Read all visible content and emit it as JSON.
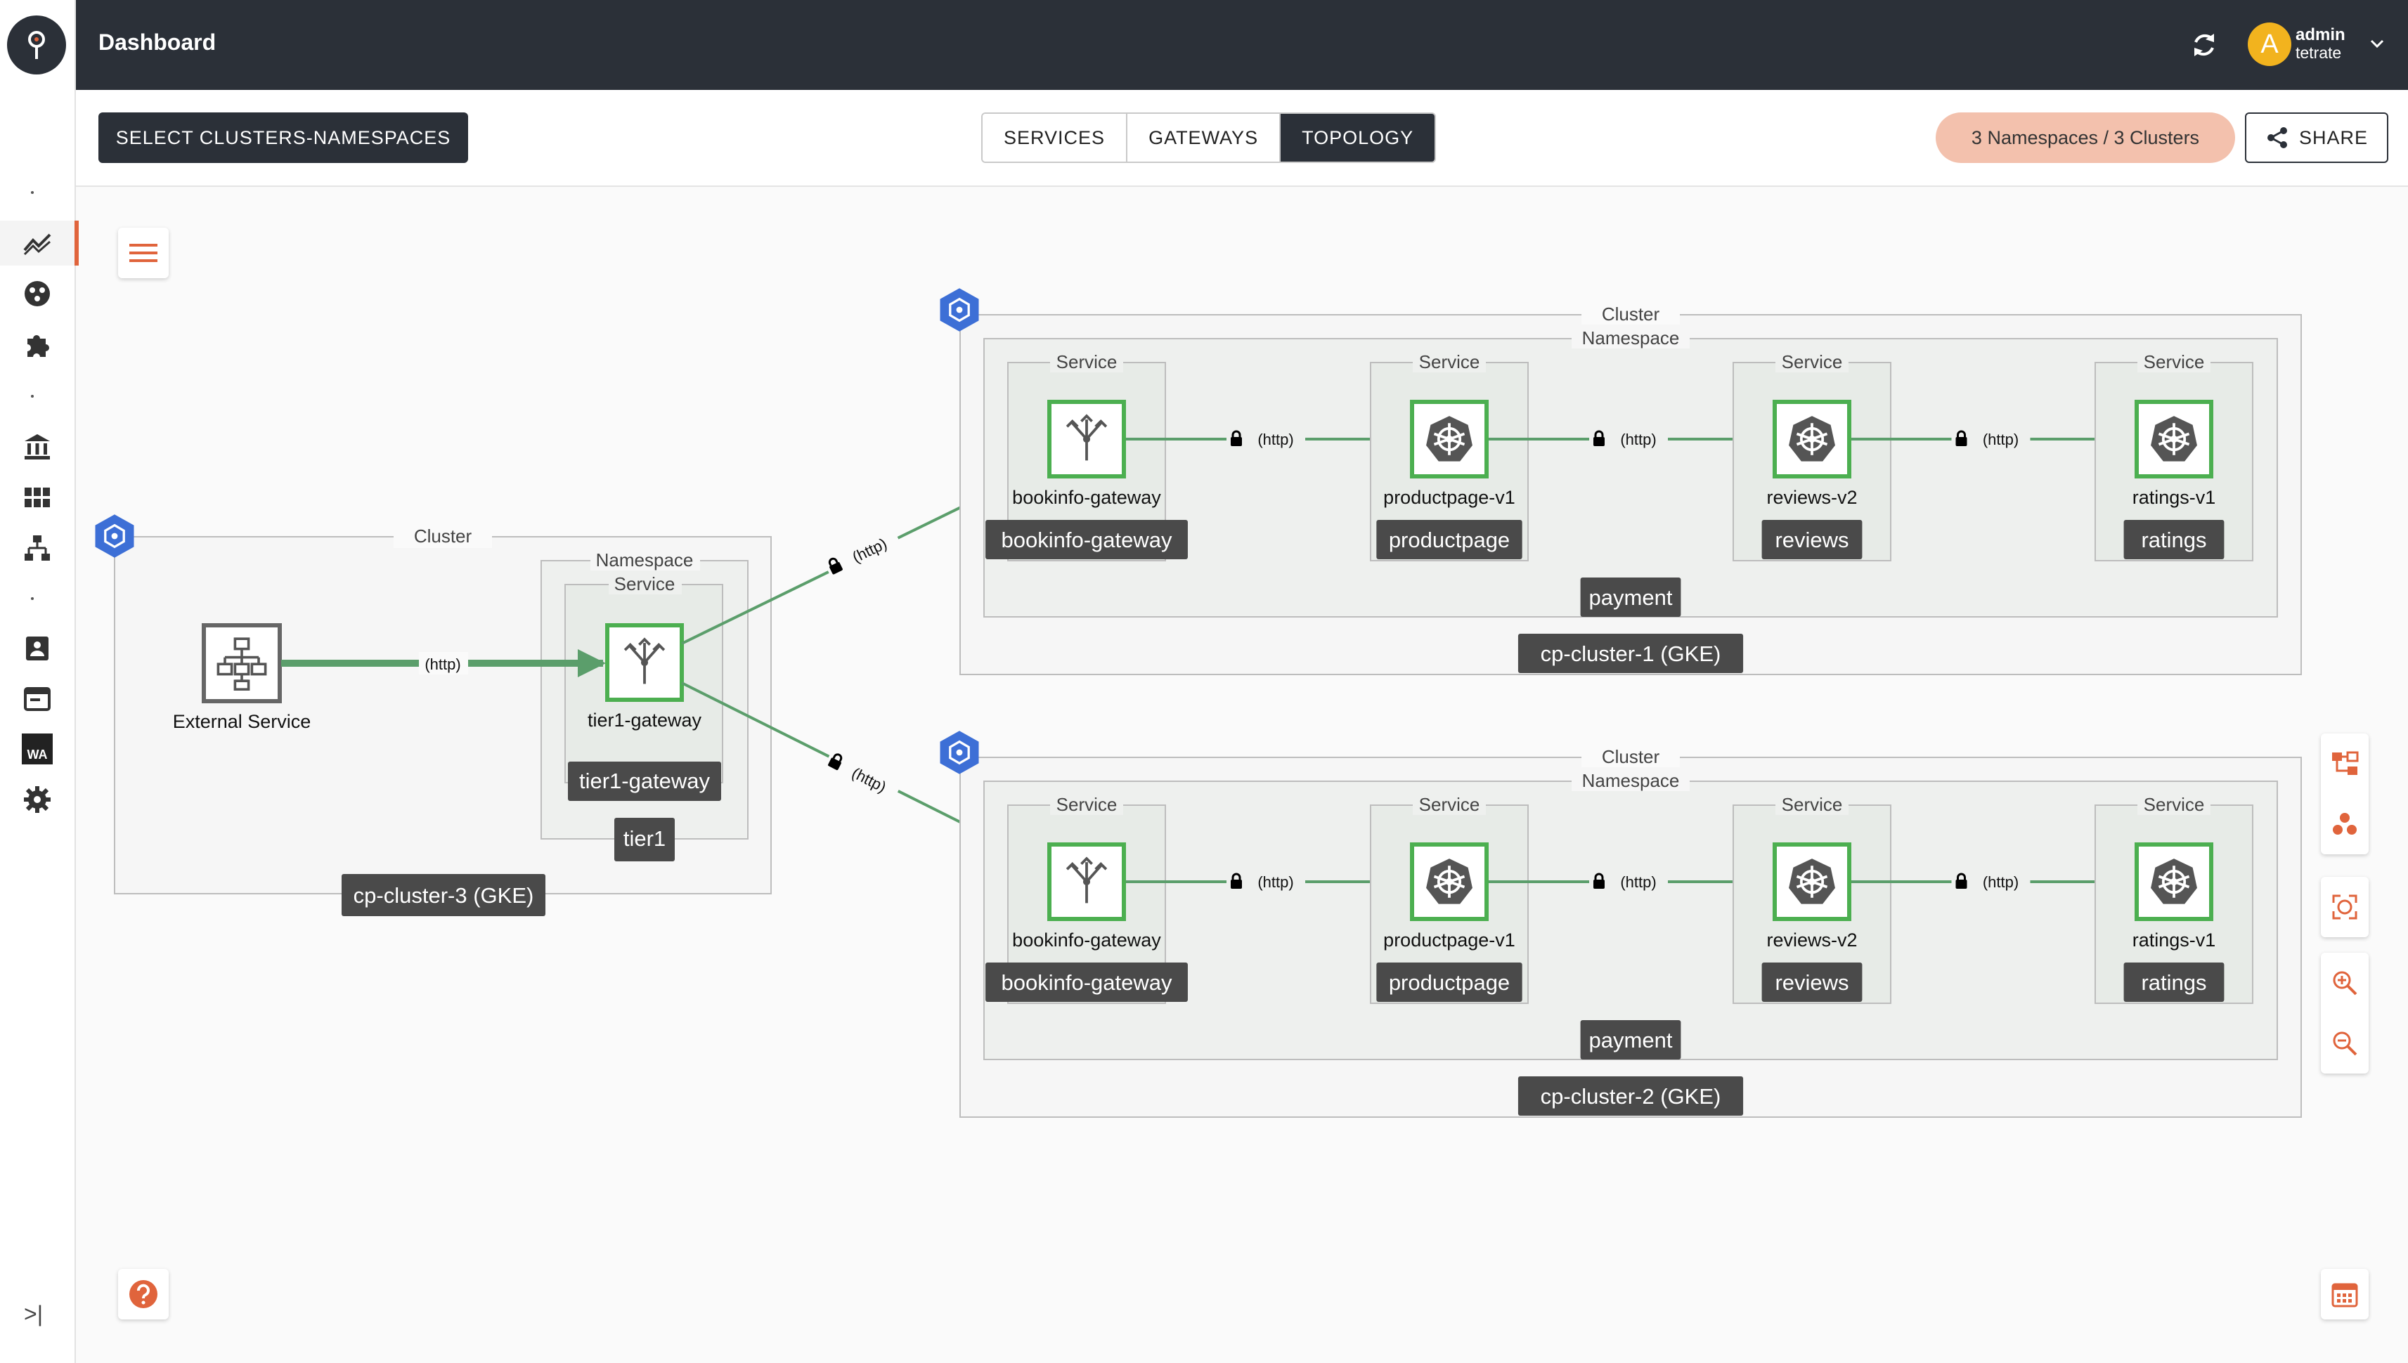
{
  "header": {
    "title": "Dashboard",
    "user": {
      "initial": "A",
      "name": "admin",
      "org": "tetrate"
    }
  },
  "toolbar": {
    "select_label": "SELECT CLUSTERS-NAMESPACES",
    "tabs": [
      "SERVICES",
      "GATEWAYS",
      "TOPOLOGY"
    ],
    "active_tab": "TOPOLOGY",
    "namespaces_badge": "3 Namespaces / 3 Clusters",
    "share_label": "SHARE"
  },
  "sidebar": {
    "collapse_glyph": ">|",
    "wa_label": "WA"
  },
  "topology": {
    "labels": {
      "cluster": "Cluster",
      "namespace": "Namespace",
      "service": "Service",
      "protocol": "(http)"
    },
    "external": {
      "name": "External Service"
    },
    "cluster3": {
      "name": "cp-cluster-3 (GKE)",
      "namespace": "tier1",
      "node": "tier1-gateway",
      "service": "tier1-gateway"
    },
    "cluster1": {
      "name": "cp-cluster-1 (GKE)",
      "namespace": "payment",
      "nodes": [
        {
          "node": "bookinfo-gateway",
          "service": "bookinfo-gateway"
        },
        {
          "node": "productpage-v1",
          "service": "productpage"
        },
        {
          "node": "reviews-v2",
          "service": "reviews"
        },
        {
          "node": "ratings-v1",
          "service": "ratings"
        }
      ]
    },
    "cluster2": {
      "name": "cp-cluster-2 (GKE)",
      "namespace": "payment",
      "nodes": [
        {
          "node": "bookinfo-gateway",
          "service": "bookinfo-gateway"
        },
        {
          "node": "productpage-v1",
          "service": "productpage"
        },
        {
          "node": "reviews-v2",
          "service": "reviews"
        },
        {
          "node": "ratings-v1",
          "service": "ratings"
        }
      ]
    }
  },
  "colors": {
    "header_bg": "#2b3038",
    "accent": "#e0643c",
    "edge": "#5b9e6b",
    "node_border": "#4caf50",
    "cluster_icon": "#3d6fd6",
    "label_bg": "#4a4a4a",
    "badge_bg": "#f3c1ad"
  }
}
